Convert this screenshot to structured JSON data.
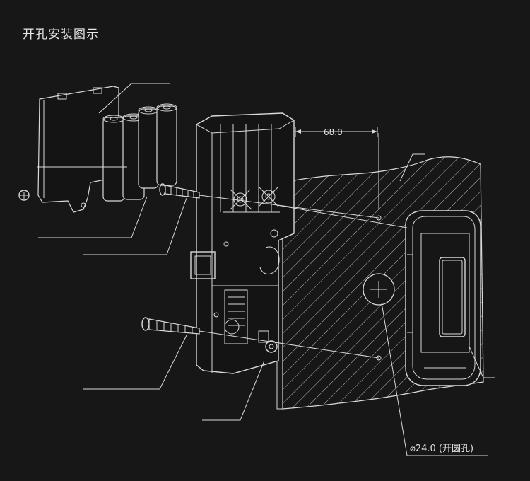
{
  "title": "开孔安装图示",
  "dimension_label": "68.0",
  "hole_label": "⌀24.0 (开圆孔)",
  "colors": {
    "background": "#171717",
    "line": "#d9d9d9",
    "text": "#e6e6e6"
  }
}
